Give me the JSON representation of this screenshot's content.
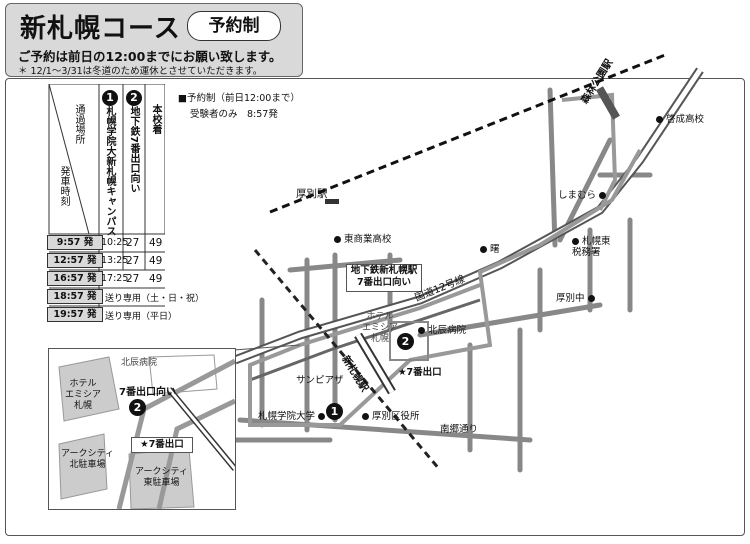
{
  "header": {
    "title": "新札幌コース",
    "badge": "予約制",
    "notice": "ご予約は前日の12:00までにお願い致します。",
    "winter_note": "＊ 12/1～3/31は冬道のため運休とさせていただきます。"
  },
  "table": {
    "label_pass": "通過場所",
    "label_depart": "発車時刻",
    "stop1_num": "1",
    "stop1_name": "札幌学院大新札幌キャンパス",
    "stop2_num": "2",
    "stop2_name": "地下鉄7番出口向い",
    "arrive": "本校着",
    "rows": [
      {
        "depart": "9:57 発",
        "t1": "10:25",
        "t2": "27",
        "t3": "49"
      },
      {
        "depart": "12:57 発",
        "t1": "13:25",
        "t2": "27",
        "t3": "49"
      },
      {
        "depart": "16:57 発",
        "t1": "17:25",
        "t2": "27",
        "t3": "49"
      },
      {
        "depart": "18:57 発",
        "note": "送り専用（土・日・祝）"
      },
      {
        "depart": "19:57 発",
        "note": "送り専用（平日）"
      }
    ]
  },
  "legend": {
    "line1": "■予約制（前日12:00まで）",
    "line2": "受験者のみ　8:57発"
  },
  "map": {
    "station_shinrinkoen": "森林公園駅",
    "keisei": "啓成高校",
    "atsubetsu_station": "厚別駅",
    "shimamura": "しまむら",
    "tosho": "東商業高校",
    "kuzu": "曙",
    "zeimusho": "札幌東\n税務署",
    "atsubetsu_jh": "厚別中",
    "subway_box": "地下鉄新札幌駅\n7番出口向い",
    "route12": "国道12号線",
    "hotel": "ホテル\nエミシア\n札幌",
    "hokushin": "北辰病院",
    "sunpiazza": "サンピアザ",
    "shinsapporo_station": "新札幌駅",
    "exit7": "★7番出口",
    "gakuin": "札幌学院大学",
    "ward_office": "厚別区役所",
    "nango": "南郷通り",
    "marker1": "1",
    "marker2": "2"
  },
  "inset": {
    "hokushin": "北辰病院",
    "hotel": "ホテル\nエミシア\n札幌",
    "exit_label": "7番出口向い",
    "marker2": "2",
    "exit7": "★7番出口",
    "arc_north": "アークシティ\n北駐車場",
    "arc_east": "アークシティ\n東駐車場"
  }
}
